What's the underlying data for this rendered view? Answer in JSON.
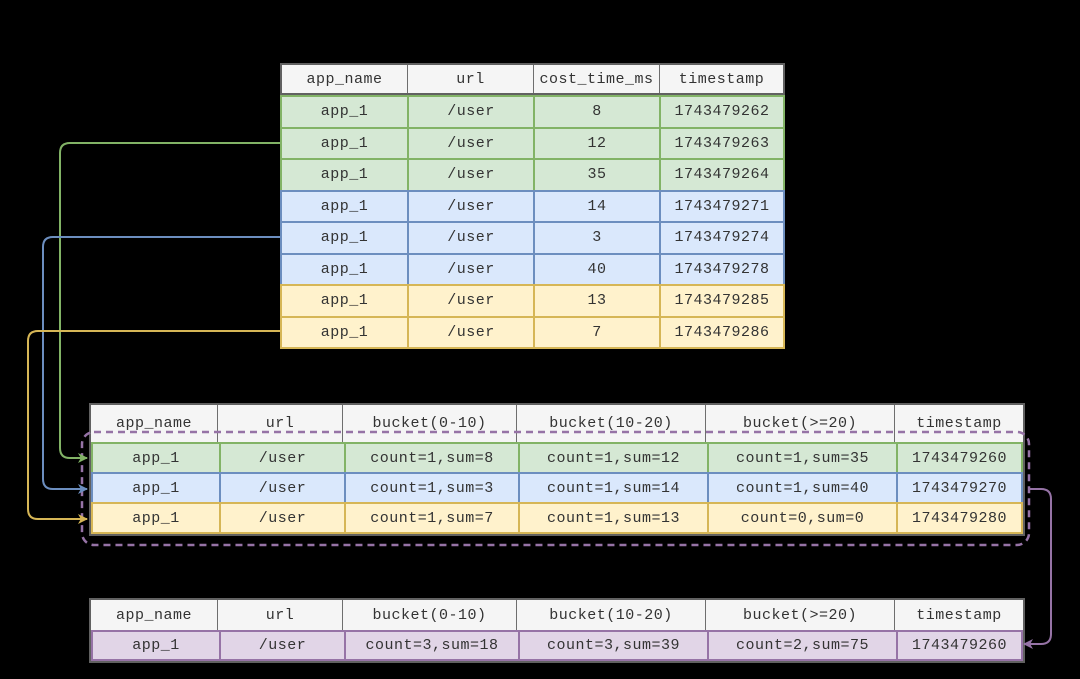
{
  "colors": {
    "background": "#000000",
    "green_fill": "#d5e8d4",
    "green_border": "#82b366",
    "blue_fill": "#dae8fc",
    "blue_border": "#6c8ebf",
    "yellow_fill": "#fff2cc",
    "yellow_border": "#d6b656",
    "purple_fill": "#e1d5e7",
    "purple_border": "#9673a6",
    "header_fill": "#f5f5f5",
    "header_border": "#616161",
    "text": "#333333"
  },
  "raw_table": {
    "headers": [
      "app_name",
      "url",
      "cost_time_ms",
      "timestamp"
    ],
    "rows": [
      {
        "group": "green",
        "cells": [
          "app_1",
          "/user",
          "8",
          "1743479262"
        ]
      },
      {
        "group": "green",
        "cells": [
          "app_1",
          "/user",
          "12",
          "1743479263"
        ]
      },
      {
        "group": "green",
        "cells": [
          "app_1",
          "/user",
          "35",
          "1743479264"
        ]
      },
      {
        "group": "blue",
        "cells": [
          "app_1",
          "/user",
          "14",
          "1743479271"
        ]
      },
      {
        "group": "blue",
        "cells": [
          "app_1",
          "/user",
          "3",
          "1743479274"
        ]
      },
      {
        "group": "blue",
        "cells": [
          "app_1",
          "/user",
          "40",
          "1743479278"
        ]
      },
      {
        "group": "yellow",
        "cells": [
          "app_1",
          "/user",
          "13",
          "1743479285"
        ]
      },
      {
        "group": "yellow",
        "cells": [
          "app_1",
          "/user",
          "7",
          "1743479286"
        ]
      }
    ]
  },
  "bucket_table": {
    "headers": [
      "app_name",
      "url",
      "bucket(0-10)",
      "bucket(10-20)",
      "bucket(>=20)",
      "timestamp"
    ],
    "rows": [
      {
        "group": "green",
        "cells": [
          "app_1",
          "/user",
          "count=1,sum=8",
          "count=1,sum=12",
          "count=1,sum=35",
          "1743479260"
        ]
      },
      {
        "group": "blue",
        "cells": [
          "app_1",
          "/user",
          "count=1,sum=3",
          "count=1,sum=14",
          "count=1,sum=40",
          "1743479270"
        ]
      },
      {
        "group": "yellow",
        "cells": [
          "app_1",
          "/user",
          "count=1,sum=7",
          "count=1,sum=13",
          "count=0,sum=0",
          "1743479280"
        ]
      }
    ]
  },
  "merged_table": {
    "headers": [
      "app_name",
      "url",
      "bucket(0-10)",
      "bucket(10-20)",
      "bucket(>=20)",
      "timestamp"
    ],
    "rows": [
      {
        "group": "purple",
        "cells": [
          "app_1",
          "/user",
          "count=3,sum=18",
          "count=3,sum=39",
          "count=2,sum=75",
          "1743479260"
        ]
      }
    ]
  },
  "arrows": [
    {
      "name": "green-group-to-bucket-row",
      "color": "#82b366"
    },
    {
      "name": "blue-group-to-bucket-row",
      "color": "#6c8ebf"
    },
    {
      "name": "yellow-group-to-bucket-row",
      "color": "#d6b656"
    },
    {
      "name": "bucket-window-to-merged-row",
      "color": "#9673a6"
    }
  ],
  "window_frame": {
    "style": "dashed",
    "color": "#9673a6"
  }
}
